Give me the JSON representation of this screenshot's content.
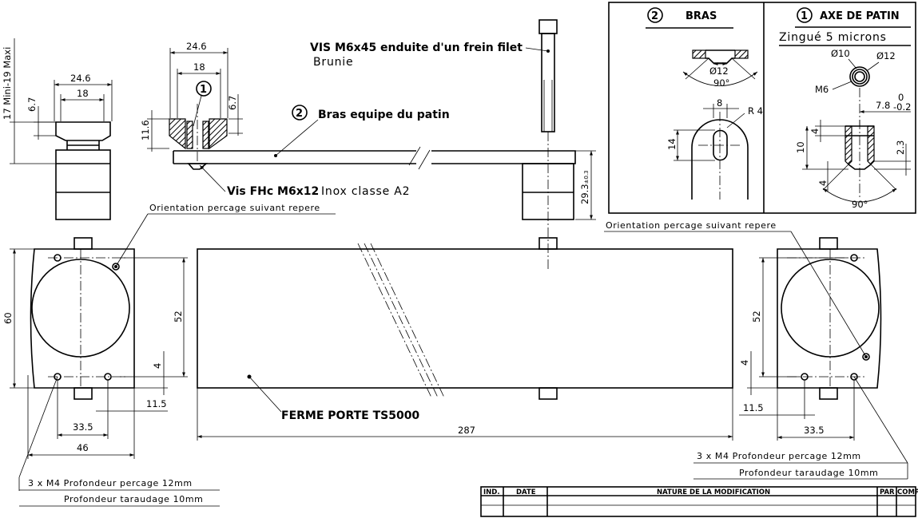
{
  "titles": {
    "bras_title": "BRAS",
    "bras_num": "2",
    "axe_title": "AXE DE PATIN",
    "axe_num": "1",
    "axe_finish": "Zingué 5 microns"
  },
  "callouts": {
    "vis_m6x45": "VIS M6x45 enduite d'un frein filet",
    "brunie": "Brunie",
    "bras_equipe": "Bras equipe du patin",
    "vis_fhc": "Vis FHc M6x12",
    "inox": "Inox classe A2",
    "ferme_porte": "FERME PORTE TS5000",
    "balloon_1": "1",
    "balloon_2": "2"
  },
  "notes": {
    "orientation_left": "Orientation percage suivant repere",
    "orientation_right": "Orientation percage suivant repere",
    "m4_left_1": "3 x M4 Profondeur percage 12mm",
    "m4_left_2": "Profondeur taraudage 10mm",
    "m4_right_1": "3 x M4 Profondeur percage 12mm",
    "m4_right_2": "Profondeur taraudage 10mm",
    "height_range": "17 Mini-19 Maxi"
  },
  "dimensions": {
    "d24_6_left": "24.6",
    "d18_left": "18",
    "d6_7_left": "6.7",
    "d24_6_mid": "24.6",
    "d18_mid": "18",
    "d11_6": "11.6",
    "d6_7_mid": "6.7",
    "d29_3": "29.3",
    "d29_3_tol": "±0.3",
    "d60": "60",
    "d52_left": "52",
    "d4_left": "4",
    "d11_5_left": "11.5",
    "d33_5_left": "33.5",
    "d46": "46",
    "d287": "287",
    "d52_right": "52",
    "d4_right": "4",
    "d11_5_right": "11.5",
    "d33_5_right": "33.5",
    "bras_d12": "Ø12",
    "bras_90": "90°",
    "bras_8": "8",
    "bras_r4": "R 4",
    "bras_14": "14",
    "axe_d10": "Ø10",
    "axe_d12": "Ø12",
    "axe_m6": "M6",
    "axe_7_8": "7.8",
    "axe_tol_up": "0",
    "axe_tol_down": "-0.2",
    "axe_4a": "4",
    "axe_10": "10",
    "axe_2_3": "2.3",
    "axe_4b": "4",
    "axe_90": "90°"
  },
  "title_block": {
    "ind": "IND.",
    "date": "DATE",
    "nature": "NATURE DE LA MODIFICATION",
    "par": "PAR",
    "comp": "COMP."
  }
}
